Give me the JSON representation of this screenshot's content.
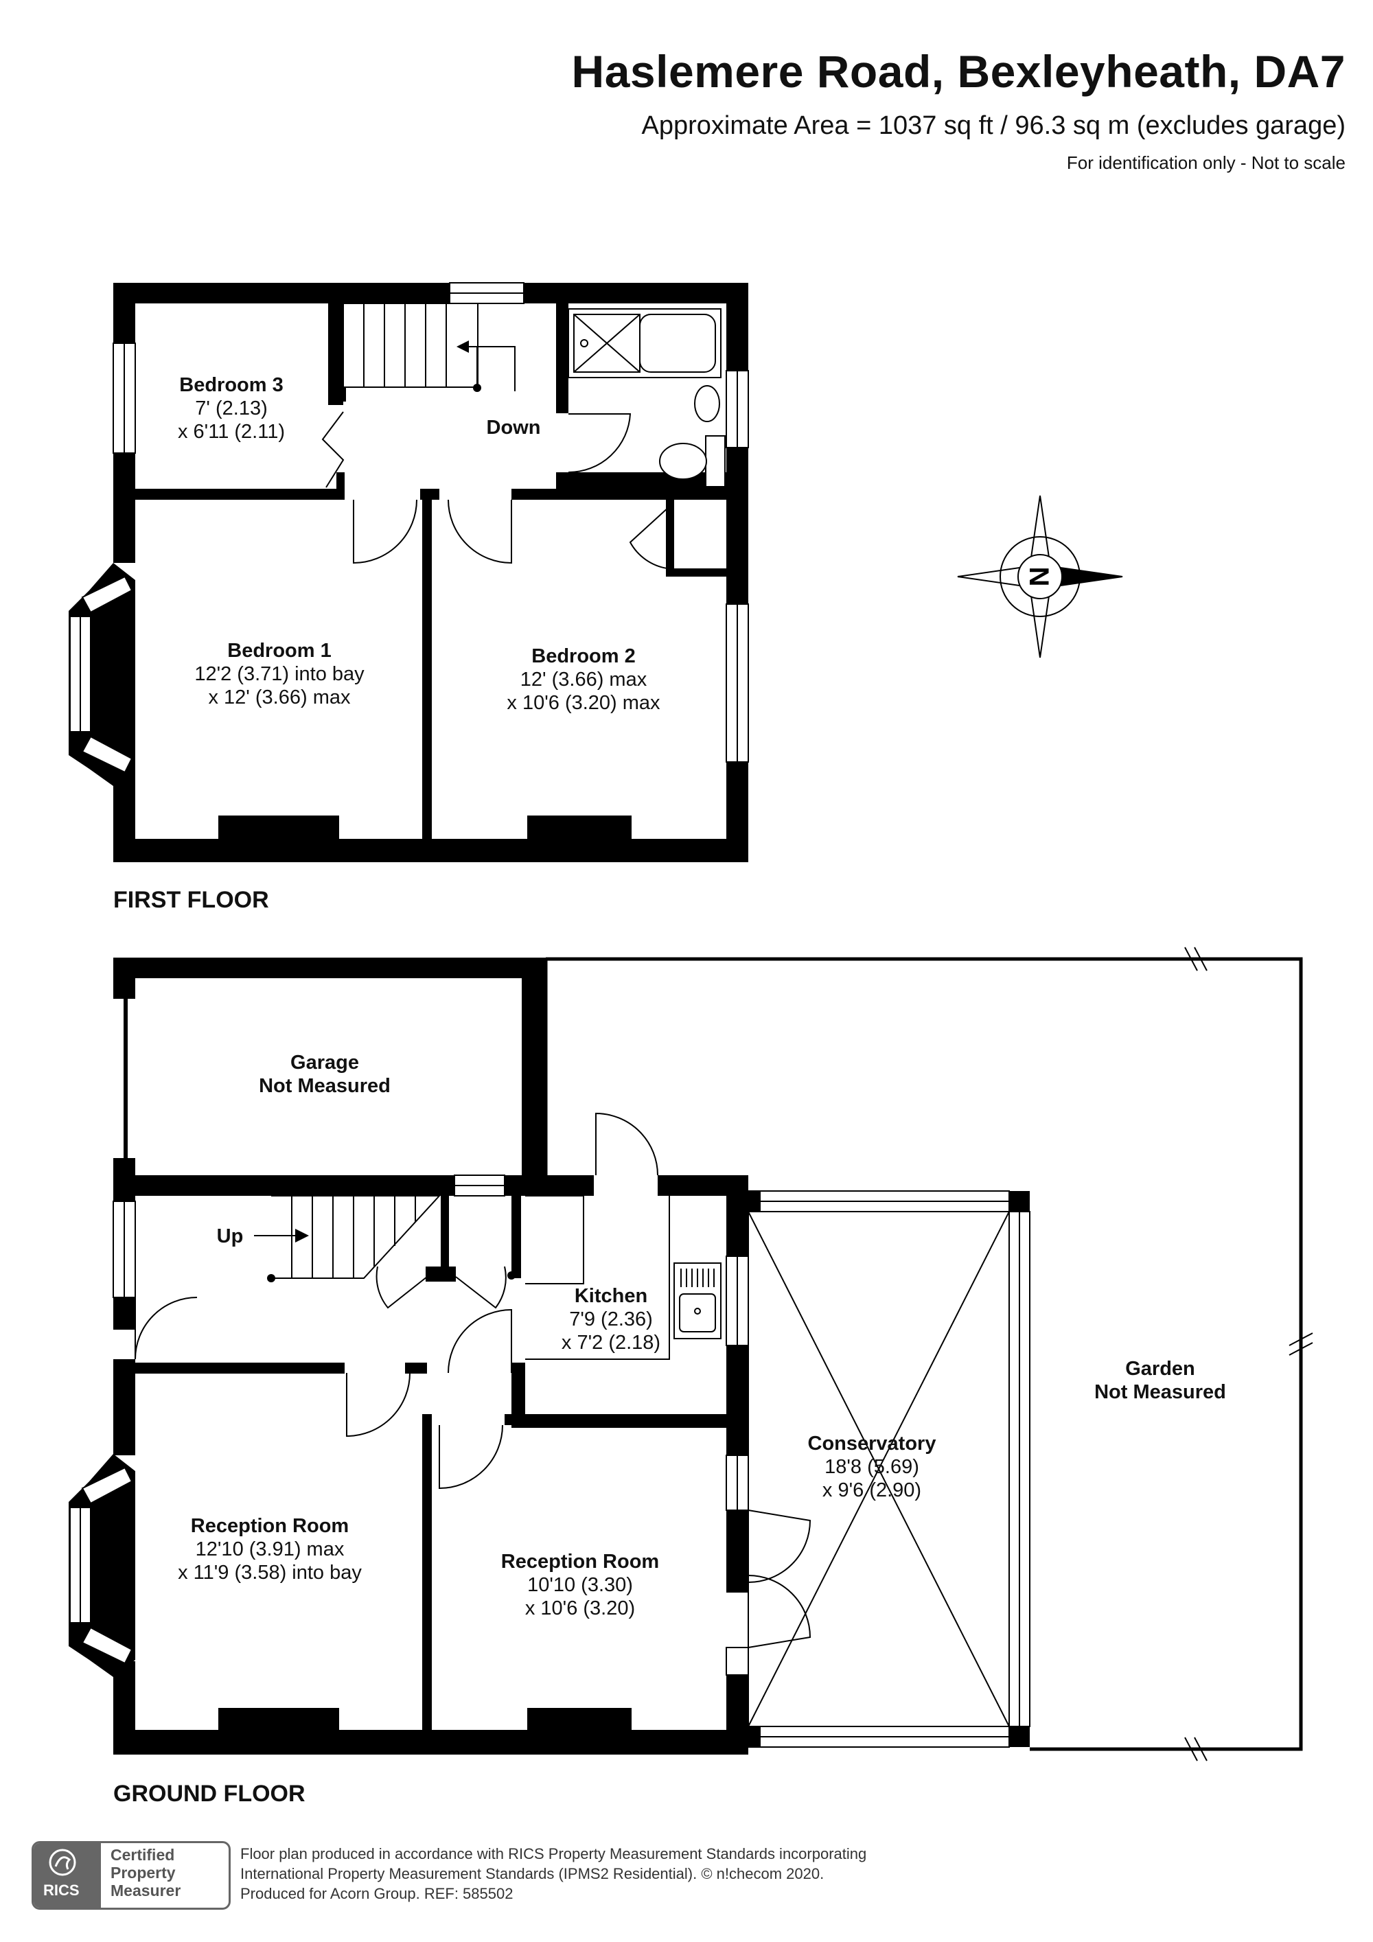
{
  "header": {
    "title": "Haslemere Road, Bexleyheath, DA7",
    "area": "Approximate Area = 1037 sq ft / 96.3 sq m (excludes garage)",
    "note": "For identification only - Not to scale"
  },
  "first_floor": {
    "label": "FIRST FLOOR",
    "down_label": "Down",
    "rooms": [
      {
        "name": "Bedroom 3",
        "dim1": "7' (2.13)",
        "dim2": "x 6'11 (2.11)"
      },
      {
        "name": "Bedroom 1",
        "dim1": "12'2 (3.71) into bay",
        "dim2": "x 12' (3.66) max"
      },
      {
        "name": "Bedroom 2",
        "dim1": "12' (3.66) max",
        "dim2": "x 10'6 (3.20) max"
      }
    ]
  },
  "ground_floor": {
    "label": "GROUND FLOOR",
    "up_label": "Up",
    "rooms": [
      {
        "name": "Garage",
        "dim1": "Not Measured"
      },
      {
        "name": "Kitchen",
        "dim1": "7'9 (2.36)",
        "dim2": "x 7'2 (2.18)"
      },
      {
        "name": "Garden",
        "dim1": "Not Measured"
      },
      {
        "name": "Conservatory",
        "dim1": "18'8 (5.69)",
        "dim2": "x 9'6 (2.90)"
      },
      {
        "name": "Reception Room",
        "dim1": "12'10 (3.91) max",
        "dim2": "x 11'9 (3.58) into bay"
      },
      {
        "name": "Reception Room",
        "dim1": "10'10 (3.30)",
        "dim2": "x 10'6 (3.20)"
      }
    ]
  },
  "compass": {
    "letter": "N",
    "icon": "north-arrow-icon"
  },
  "badge": {
    "org": "RICS",
    "text": "Certified\nProperty\nMeasurer",
    "icon": "rics-lion-logo"
  },
  "footer": {
    "line1": "Floor plan produced in accordance with RICS Property Measurement Standards incorporating",
    "line2": "International Property Measurement Standards (IPMS2 Residential).   © n!checom 2020.",
    "line3": "Produced for Acorn Group.   REF:  585502"
  },
  "colors": {
    "wall": "#000000",
    "badge": "#666666",
    "background": "#ffffff"
  }
}
